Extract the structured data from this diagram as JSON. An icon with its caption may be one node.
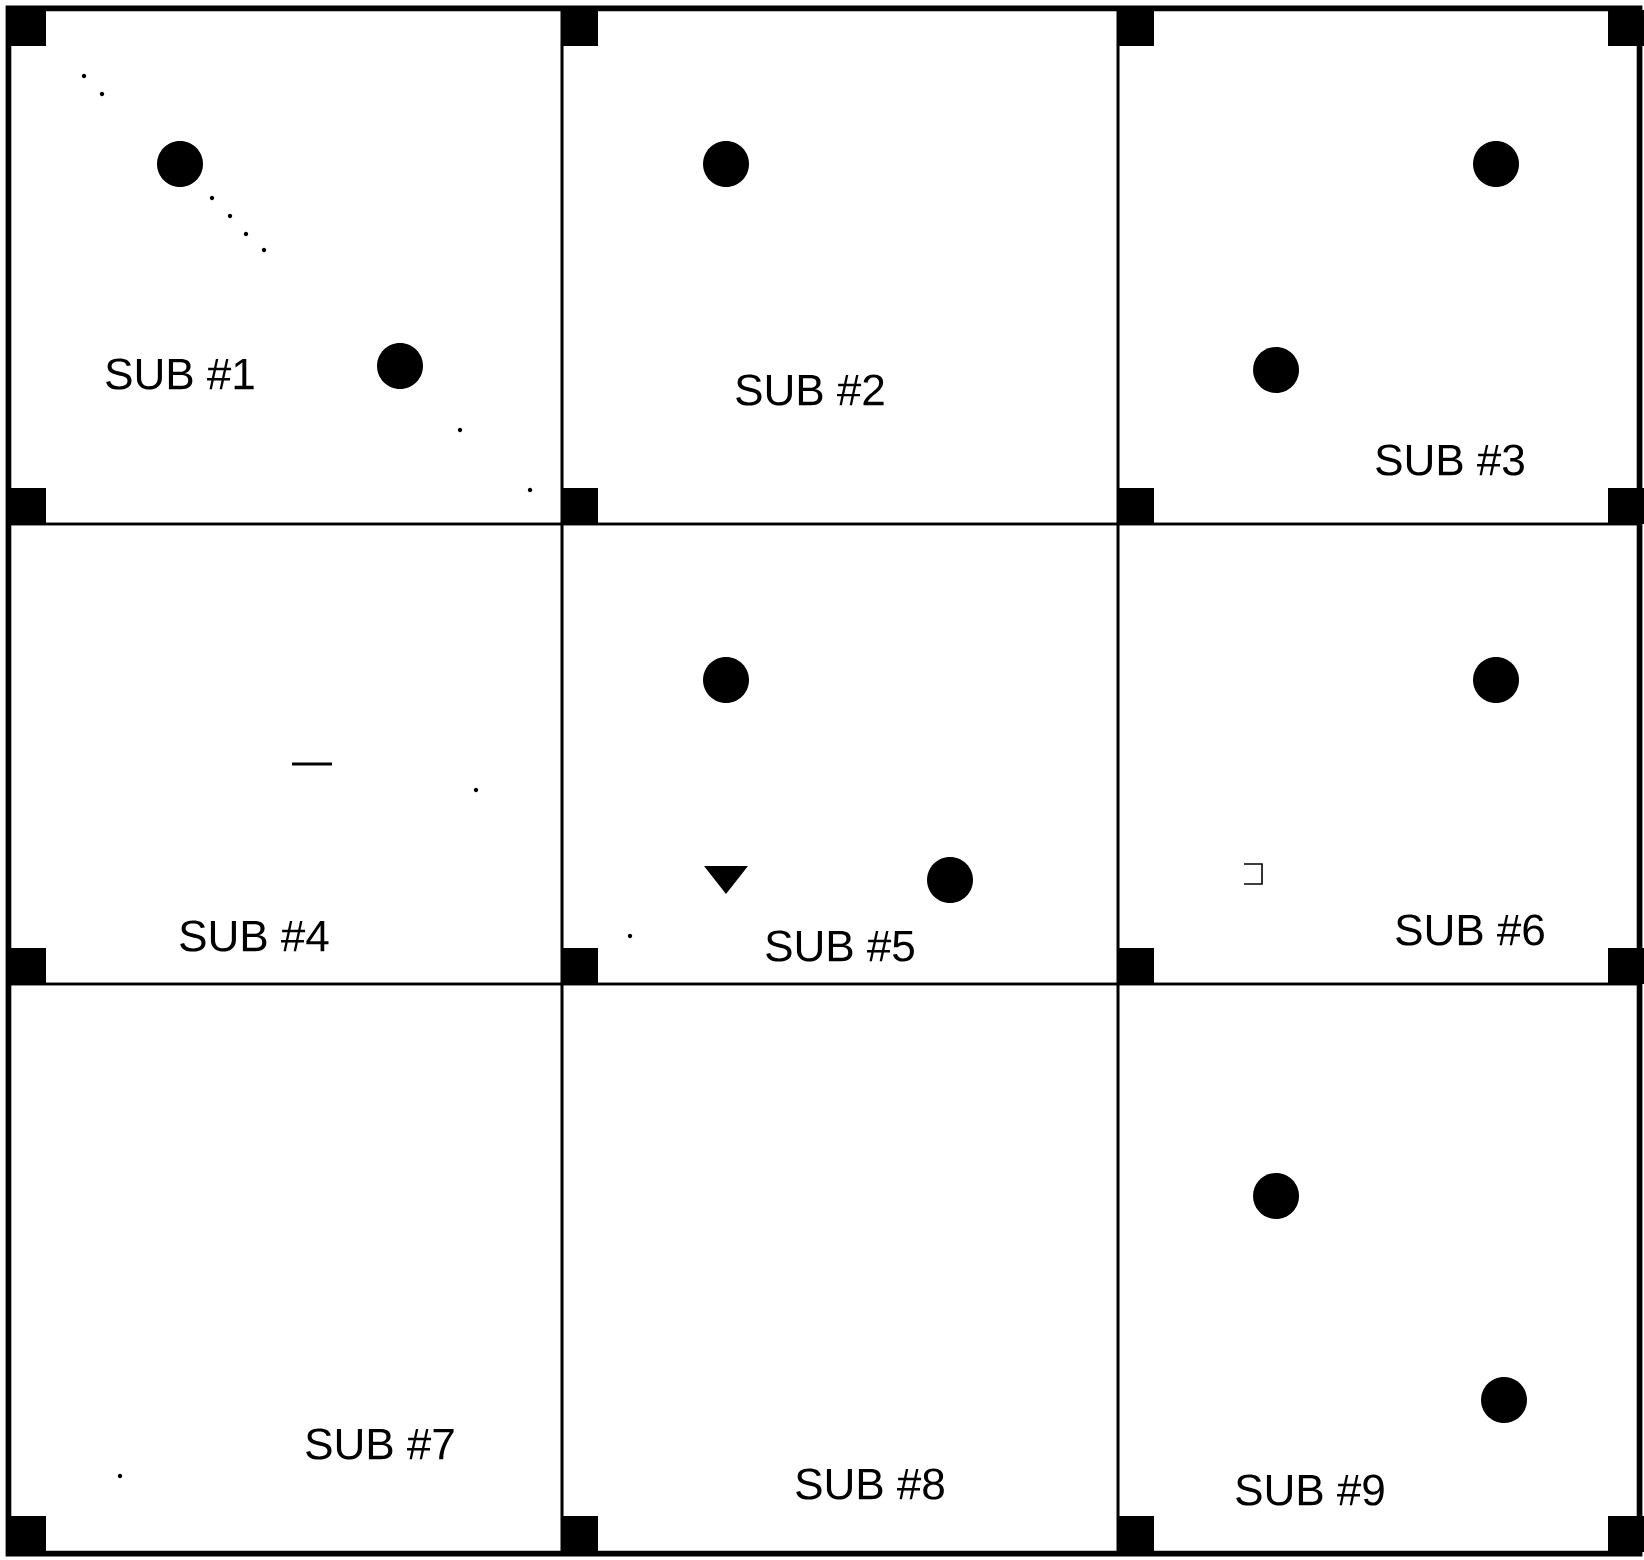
{
  "diagram": {
    "nodes": [
      {
        "text": [
          "SUB #1"
        ]
      },
      {
        "text": [
          "SUB #2"
        ]
      },
      {
        "text": [
          "SUB #3"
        ]
      },
      {
        "text": [
          "SUB #4"
        ]
      },
      {
        "text": [
          "SUB #5"
        ]
      },
      {
        "text": [
          "SUB #6"
        ]
      },
      {
        "text": [
          "SUB #7"
        ]
      },
      {
        "text": [
          "SUB #8"
        ]
      },
      {
        "text": [
          "SUB #9"
        ]
      }
    ]
  }
}
